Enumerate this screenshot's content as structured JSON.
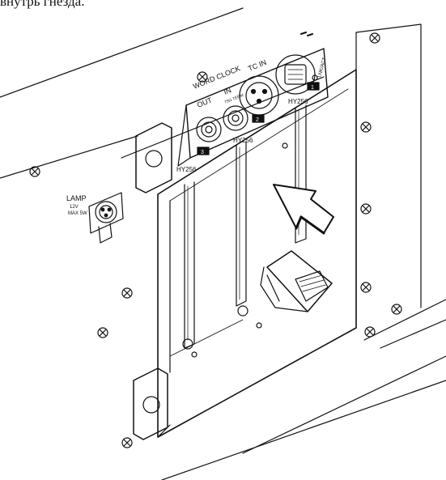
{
  "caption": "внутрь гнезда.",
  "labels": {
    "lamp": "LAMP",
    "lamp_spec_1": "12V",
    "lamp_spec_2": "MAX 5W",
    "word_clock": "WORD CLOCK",
    "wc_out": "OUT",
    "wc_in": "IN",
    "wc_term": "75Ω TERM",
    "tc_in": "TC IN",
    "lnk_act": "LNK/ACT",
    "hy_slot3": "HY256",
    "hy_slot2": "HY256",
    "hy_slot1": "HY256",
    "slot_3": "3",
    "slot_2": "2",
    "slot_1": "1"
  }
}
